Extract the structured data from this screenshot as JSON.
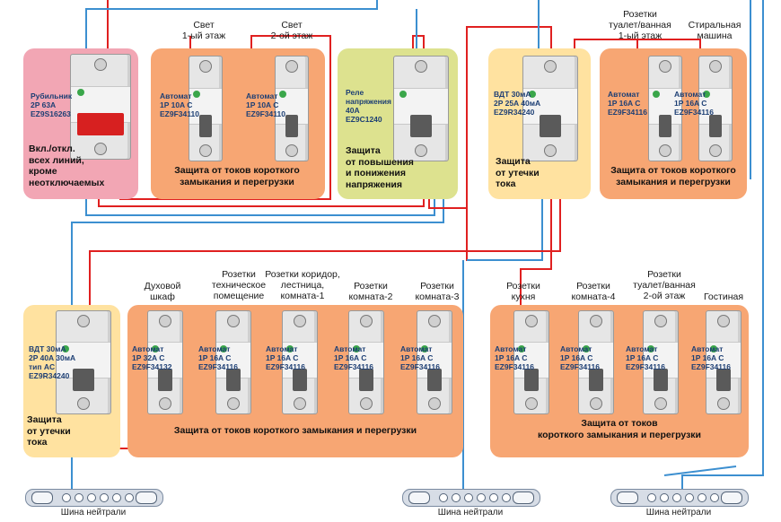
{
  "top": {
    "switch": {
      "model": [
        "Рубильник",
        "2P 63A",
        "EZ9S16263"
      ],
      "protection": [
        "Вкл./откл.",
        "всех линий,",
        "кроме",
        "неотключаемых"
      ]
    },
    "light_group": {
      "titles": [
        [
          "Свет",
          "1-ый этаж"
        ],
        [
          "Свет",
          "2-ой этаж"
        ]
      ],
      "models": [
        [
          "Автомат",
          "1P 10A C",
          "EZ9F34110"
        ],
        [
          "Автомат",
          "1P 10A C",
          "EZ9F34110"
        ]
      ],
      "protection": [
        "Защита от токов короткого",
        "замыкания и перегрузки"
      ]
    },
    "relay": {
      "model": [
        "Реле",
        "напряжения",
        "40A",
        "EZ9C1240"
      ],
      "protection": [
        "Защита",
        "от повышения",
        "и понижения",
        "напряжения"
      ]
    },
    "rcd": {
      "model": [
        "ВДТ 30мА",
        "2P 25A 40мА",
        "EZ9R34240"
      ],
      "protection": [
        "Защита",
        "от утечки",
        "тока"
      ]
    },
    "sockets_group": {
      "titles": [
        [
          "Розетки",
          "туалет/ванная",
          "1-ый этаж"
        ],
        [
          "Стиральная",
          "машина"
        ]
      ],
      "models": [
        [
          "Автомат",
          "1P 16A C",
          "EZ9F34116"
        ],
        [
          "Автомат",
          "1P 16A C",
          "EZ9F34116"
        ]
      ],
      "protection": [
        "Защита от токов короткого",
        "замыкания и перегрузки"
      ]
    }
  },
  "bottom": {
    "rcd": {
      "model": [
        "ВДТ 30мА",
        "2P 40A 30мА",
        "тип AC",
        "EZ9R34240"
      ],
      "protection": [
        "Защита",
        "от утечки",
        "тока"
      ]
    },
    "group_a": {
      "titles": [
        [
          "Духовой",
          "шкаф"
        ],
        [
          "Розетки",
          "техническое",
          "помещение"
        ],
        [
          "Розетки коридор,",
          "лестница,",
          "комната-1"
        ],
        [
          "Розетки",
          "комната-2"
        ],
        [
          "Розетки",
          "комната-3"
        ]
      ],
      "models": [
        [
          "Автомат",
          "1P 32A C",
          "EZ9F34132"
        ],
        [
          "Автомат",
          "1P 16A C",
          "EZ9F34116"
        ],
        [
          "Автомат",
          "1P 16A C",
          "EZ9F34116"
        ],
        [
          "Автомат",
          "1P 16A C",
          "EZ9F34116"
        ],
        [
          "Автомат",
          "1P 16A C",
          "EZ9F34116"
        ]
      ],
      "protection": [
        "Защита от токов короткого замыкания и перегрузки"
      ]
    },
    "group_b": {
      "titles": [
        [
          "Розетки",
          "кухня"
        ],
        [
          "Розетки",
          "комната-4"
        ],
        [
          "Розетки",
          "туалет/ванная",
          "2-ой этаж"
        ],
        [
          "Гостиная"
        ]
      ],
      "models": [
        [
          "Автомат",
          "1P 16A C",
          "EZ9F34116"
        ],
        [
          "Автомат",
          "1P 16A C",
          "EZ9F34116"
        ],
        [
          "Автомат",
          "1P 16A C",
          "EZ9F34116"
        ],
        [
          "Автомат",
          "1P 16A C",
          "EZ9F34116"
        ]
      ],
      "protection": [
        "Защита от токов",
        "короткого замыкания и перегрузки"
      ]
    }
  },
  "neutral_bus": [
    "Шина нейтрали",
    "Шина нейтрали",
    "Шина нейтрали"
  ],
  "colors": {
    "phase": "#e02020",
    "neutral": "#3c8fd0"
  }
}
